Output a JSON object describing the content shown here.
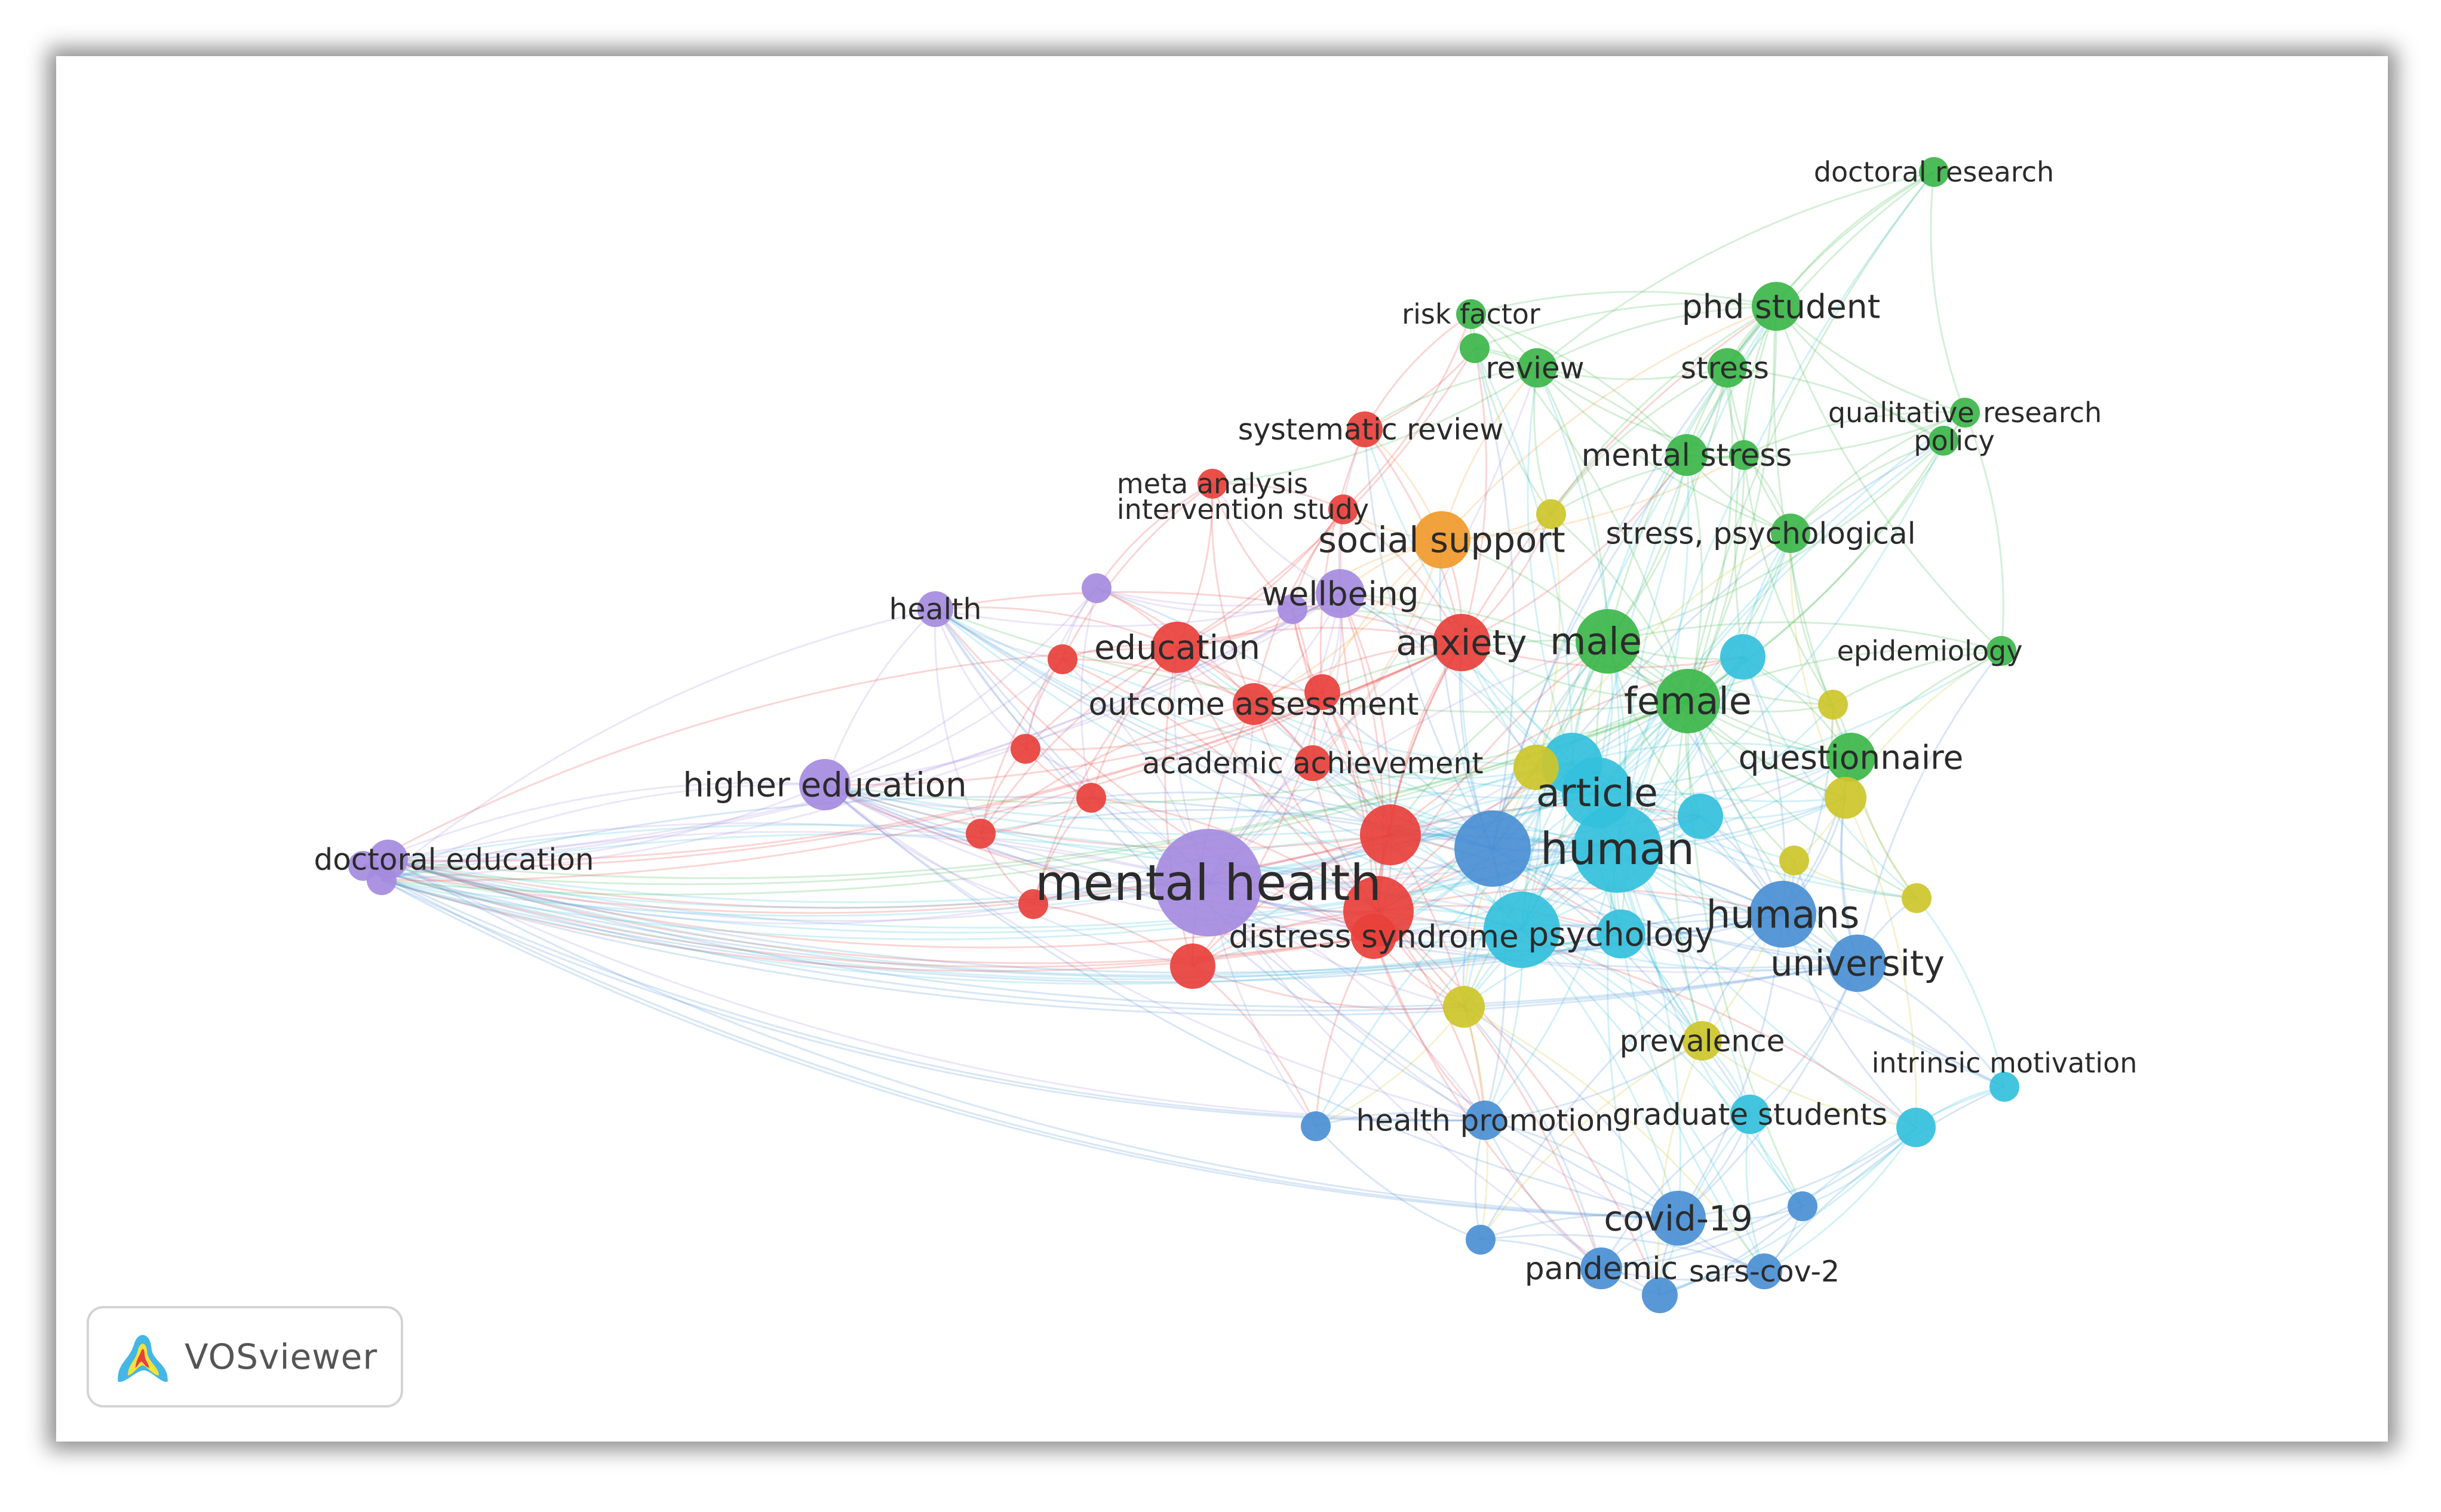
{
  "app": {
    "logo_text": "VOSviewer",
    "background": "#ffffff"
  },
  "clusters": {
    "red": "#e8403b",
    "green": "#3cb64a",
    "blue": "#4a8fd4",
    "yellow": "#cdc62a",
    "purple": "#a58be0",
    "cyan": "#33c0dc",
    "orange": "#f09a2b"
  },
  "network": {
    "nodes": [
      {
        "id": "doctoral-research",
        "label": "doctoral research",
        "cluster": "green",
        "weight": 1.0
      },
      {
        "id": "phd-student",
        "label": "phd student",
        "cluster": "green",
        "weight": 2.2
      },
      {
        "id": "risk-factor",
        "label": "risk factor",
        "cluster": "green",
        "weight": 1.0
      },
      {
        "id": "review",
        "label": "review",
        "cluster": "green",
        "weight": 1.6
      },
      {
        "id": "stress",
        "label": "stress",
        "cluster": "green",
        "weight": 1.6
      },
      {
        "id": "qualitative-research",
        "label": "qualitative research",
        "cluster": "green",
        "weight": 1.0
      },
      {
        "id": "policy",
        "label": "policy",
        "cluster": "green",
        "weight": 1.0
      },
      {
        "id": "mental-stress",
        "label": "mental stress",
        "cluster": "green",
        "weight": 1.8
      },
      {
        "id": "stress-psychological",
        "label": "stress, psychological",
        "cluster": "green",
        "weight": 1.6
      },
      {
        "id": "epidemiology",
        "label": "epidemiology",
        "cluster": "green",
        "weight": 1.0
      },
      {
        "id": "male",
        "label": "male",
        "cluster": "green",
        "weight": 3.2
      },
      {
        "id": "female",
        "label": "female",
        "cluster": "green",
        "weight": 3.2
      },
      {
        "id": "questionnaire",
        "label": "questionnaire",
        "cluster": "green",
        "weight": 2.2
      },
      {
        "id": "systematic-review",
        "label": "systematic review",
        "cluster": "red",
        "weight": 1.4
      },
      {
        "id": "meta-analysis",
        "label": "meta analysis",
        "cluster": "red",
        "weight": 1.0
      },
      {
        "id": "intervention-study",
        "label": "intervention study",
        "cluster": "red",
        "weight": 1.0
      },
      {
        "id": "education",
        "label": "education",
        "cluster": "red",
        "weight": 2.4
      },
      {
        "id": "anxiety",
        "label": "anxiety",
        "cluster": "red",
        "weight": 2.8
      },
      {
        "id": "outcome-assessment",
        "label": "outcome assessment",
        "cluster": "red",
        "weight": 1.8
      },
      {
        "id": "academic-achievement",
        "label": "academic achievement",
        "cluster": "red",
        "weight": 1.4
      },
      {
        "id": "distress-syndrome",
        "label": "distress syndrome",
        "cluster": "red",
        "weight": 2.0
      },
      {
        "id": "social-support",
        "label": "social support",
        "cluster": "orange",
        "weight": 2.8
      },
      {
        "id": "wellbeing",
        "label": "wellbeing",
        "cluster": "purple",
        "weight": 2.2
      },
      {
        "id": "health",
        "label": "health",
        "cluster": "purple",
        "weight": 1.4
      },
      {
        "id": "higher-education",
        "label": "higher education",
        "cluster": "purple",
        "weight": 2.4
      },
      {
        "id": "doctoral-education",
        "label": "doctoral education",
        "cluster": "purple",
        "weight": 1.6
      },
      {
        "id": "mental-health",
        "label": "mental health",
        "cluster": "purple",
        "weight": 6.0
      },
      {
        "id": "article",
        "label": "article",
        "cluster": "cyan",
        "weight": 3.6
      },
      {
        "id": "human",
        "label": "human",
        "cluster": "cyan",
        "weight": 4.8
      },
      {
        "id": "psychology",
        "label": "psychology",
        "cluster": "cyan",
        "weight": 2.2
      },
      {
        "id": "intrinsic-motivation",
        "label": "intrinsic motivation",
        "cluster": "cyan",
        "weight": 1.0
      },
      {
        "id": "graduate-students",
        "label": "graduate students",
        "cluster": "cyan",
        "weight": 1.6
      },
      {
        "id": "humans",
        "label": "humans",
        "cluster": "blue",
        "weight": 3.4
      },
      {
        "id": "university",
        "label": "university",
        "cluster": "blue",
        "weight": 2.8
      },
      {
        "id": "health-promotion",
        "label": "health promotion",
        "cluster": "blue",
        "weight": 1.6
      },
      {
        "id": "covid-19",
        "label": "covid-19",
        "cluster": "blue",
        "weight": 2.6
      },
      {
        "id": "pandemic",
        "label": "pandemic",
        "cluster": "blue",
        "weight": 1.8
      },
      {
        "id": "sars-cov-2",
        "label": "sars-cov-2",
        "cluster": "blue",
        "weight": 1.4
      },
      {
        "id": "prevalence",
        "label": "prevalence",
        "cluster": "yellow",
        "weight": 1.6
      },
      {
        "id": "u-red-1",
        "label": "",
        "cluster": "red",
        "weight": 3.0
      },
      {
        "id": "u-red-2",
        "label": "",
        "cluster": "red",
        "weight": 3.6
      },
      {
        "id": "u-red-3",
        "label": "",
        "cluster": "red",
        "weight": 2.0
      },
      {
        "id": "u-red-4",
        "label": "",
        "cluster": "red",
        "weight": 1.0
      },
      {
        "id": "u-red-5",
        "label": "",
        "cluster": "red",
        "weight": 1.0
      },
      {
        "id": "u-red-6",
        "label": "",
        "cluster": "red",
        "weight": 1.0
      },
      {
        "id": "u-red-7",
        "label": "",
        "cluster": "red",
        "weight": 1.0
      },
      {
        "id": "u-red-8",
        "label": "",
        "cluster": "red",
        "weight": 1.0
      },
      {
        "id": "u-red-9",
        "label": "",
        "cluster": "red",
        "weight": 1.4
      },
      {
        "id": "u-purple-1",
        "label": "",
        "cluster": "purple",
        "weight": 1.0
      },
      {
        "id": "u-purple-2",
        "label": "",
        "cluster": "purple",
        "weight": 1.0
      },
      {
        "id": "u-purple-3",
        "label": "",
        "cluster": "purple",
        "weight": 1.0
      },
      {
        "id": "u-purple-4",
        "label": "",
        "cluster": "purple",
        "weight": 1.0
      },
      {
        "id": "u-blue-1",
        "label": "",
        "cluster": "blue",
        "weight": 4.0
      },
      {
        "id": "u-blue-2",
        "label": "",
        "cluster": "blue",
        "weight": 1.0
      },
      {
        "id": "u-blue-3",
        "label": "",
        "cluster": "blue",
        "weight": 1.0
      },
      {
        "id": "u-blue-4",
        "label": "",
        "cluster": "blue",
        "weight": 1.4
      },
      {
        "id": "u-blue-5",
        "label": "",
        "cluster": "blue",
        "weight": 1.0
      },
      {
        "id": "u-cyan-1",
        "label": "",
        "cluster": "cyan",
        "weight": 4.0
      },
      {
        "id": "u-cyan-2",
        "label": "",
        "cluster": "cyan",
        "weight": 3.0
      },
      {
        "id": "u-cyan-3",
        "label": "",
        "cluster": "cyan",
        "weight": 2.0
      },
      {
        "id": "u-cyan-4",
        "label": "",
        "cluster": "cyan",
        "weight": 2.0
      },
      {
        "id": "u-cyan-5",
        "label": "",
        "cluster": "cyan",
        "weight": 1.6
      },
      {
        "id": "u-yellow-1",
        "label": "",
        "cluster": "yellow",
        "weight": 2.0
      },
      {
        "id": "u-yellow-2",
        "label": "",
        "cluster": "yellow",
        "weight": 1.8
      },
      {
        "id": "u-yellow-3",
        "label": "",
        "cluster": "yellow",
        "weight": 1.0
      },
      {
        "id": "u-yellow-4",
        "label": "",
        "cluster": "yellow",
        "weight": 1.0
      },
      {
        "id": "u-yellow-5",
        "label": "",
        "cluster": "yellow",
        "weight": 1.0
      },
      {
        "id": "u-yellow-6",
        "label": "",
        "cluster": "yellow",
        "weight": 1.0
      },
      {
        "id": "u-yellow-7",
        "label": "",
        "cluster": "yellow",
        "weight": 1.8
      },
      {
        "id": "u-green-1",
        "label": "",
        "cluster": "green",
        "weight": 1.0
      },
      {
        "id": "u-green-2",
        "label": "",
        "cluster": "green",
        "weight": 1.0
      }
    ]
  }
}
